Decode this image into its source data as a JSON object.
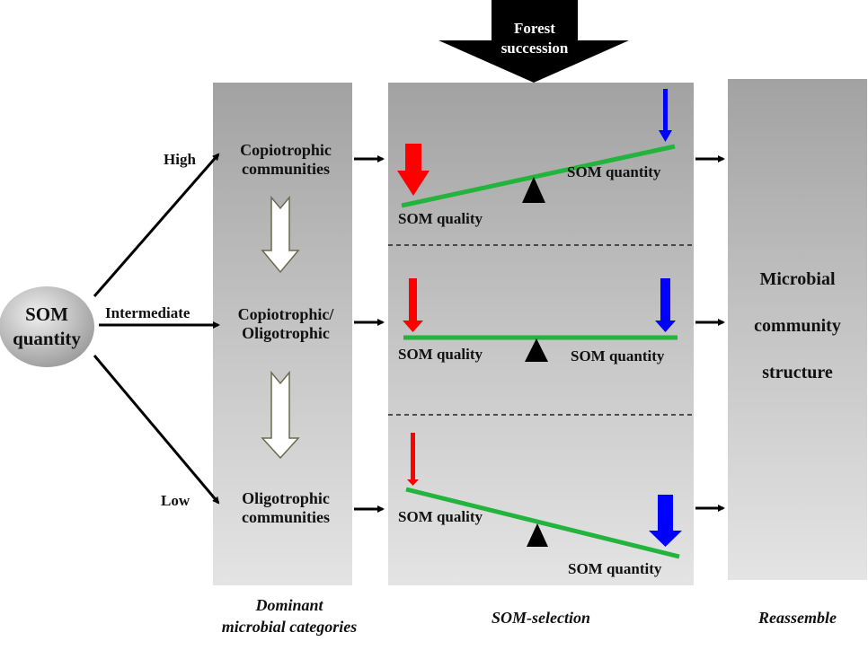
{
  "top_arrow": {
    "line1": "Forest",
    "line2": "succession"
  },
  "source_node": {
    "line1": "SOM",
    "line2": "quantity"
  },
  "branches": [
    {
      "label": "High"
    },
    {
      "label": "Intermediate"
    },
    {
      "label": "Low"
    }
  ],
  "categories": [
    {
      "line1": "Copiotrophic",
      "line2": "communities"
    },
    {
      "line1": "Copiotrophic/",
      "line2": "Oligotrophic"
    },
    {
      "line1": "Oligotrophic",
      "line2": "communities"
    }
  ],
  "seesaws": [
    {
      "left_label": "SOM quality",
      "right_label": "SOM quantity",
      "tilt": "left-down",
      "left_weight": "large",
      "right_weight": "small"
    },
    {
      "left_label": "SOM quality",
      "right_label": "SOM quantity",
      "tilt": "level",
      "left_weight": "medium",
      "right_weight": "medium"
    },
    {
      "left_label": "SOM quality",
      "right_label": "SOM quantity",
      "tilt": "right-down",
      "left_weight": "small",
      "right_weight": "large"
    }
  ],
  "result": {
    "line1": "Microbial",
    "line2": "community",
    "line3": "structure"
  },
  "captions": {
    "left_line1": "Dominant",
    "left_line2": "microbial categories",
    "middle": "SOM-selection",
    "right": "Reassemble"
  },
  "colors": {
    "quality_arrow": "#ff0000",
    "quantity_arrow": "#0000ff",
    "beam": "#22b43c",
    "fulcrum": "#000000"
  }
}
